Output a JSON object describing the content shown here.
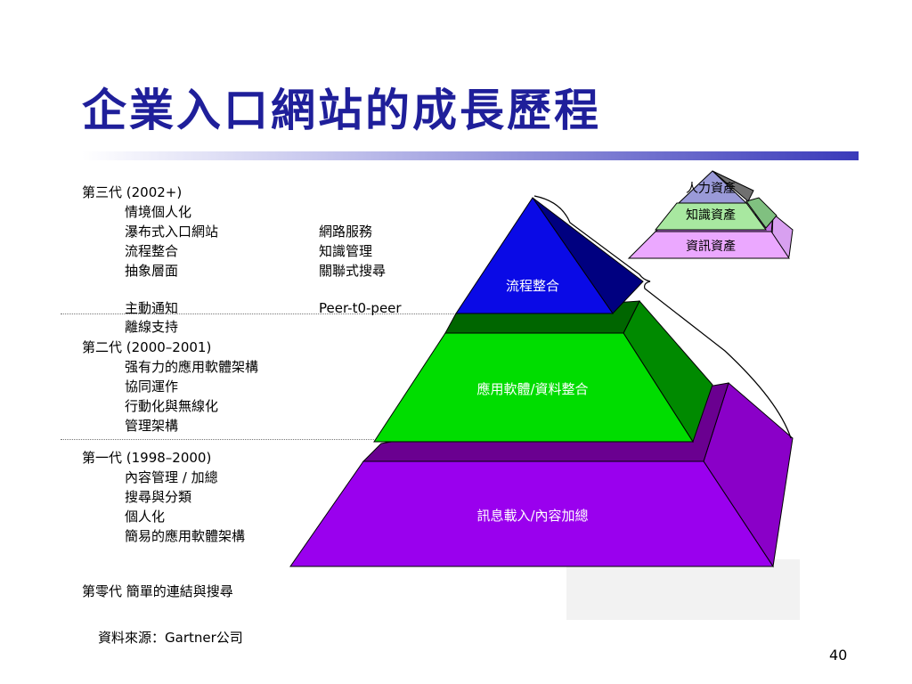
{
  "title": "企業入口網站的成長歷程",
  "gen3": {
    "heading": "第三代  (2002+)",
    "items_left": [
      "情境個人化",
      "瀑布式入口網站",
      "流程整合",
      "抽象層面",
      "主動通知",
      "離線支持"
    ],
    "items_right": [
      "網路服務",
      "知識管理",
      "關聯式搜尋",
      "Peer-t0-peer"
    ]
  },
  "gen2": {
    "heading": "第二代  (2000–2001)",
    "items": [
      "强有力的應用軟體架構",
      "協同運作",
      "行動化與無線化",
      "管理架構"
    ]
  },
  "gen1": {
    "heading": "第一代  (1998–2000)",
    "items": [
      "內容管理 / 加總",
      "搜尋與分類",
      "個人化",
      "簡易的應用軟體架構"
    ]
  },
  "gen0": {
    "heading": "第零代  簡單的連結與搜尋"
  },
  "source": "資料來源：Gartner公司",
  "page_number": "40",
  "pyramid": {
    "top_label": "流程整合",
    "middle_label": "應用軟體/資料整合",
    "bottom_label": "訊息載入/內容加總",
    "colors": {
      "top": "#0a0ae6",
      "middle": "#00dd00",
      "bottom": "#9900ee"
    }
  },
  "mini_pyramid": {
    "top_label": "人力資產",
    "middle_label": "知識資產",
    "bottom_label": "資訊資產"
  }
}
